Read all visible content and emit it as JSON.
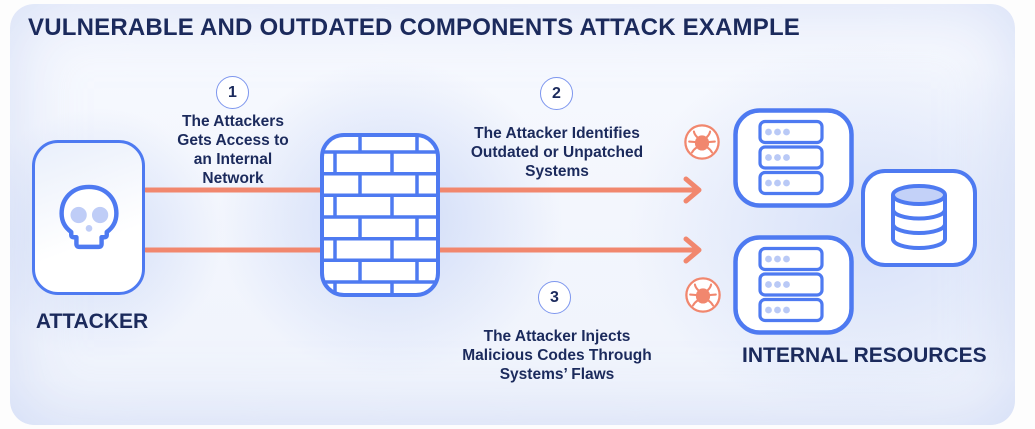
{
  "title": "VULNERABLE AND OUTDATED COMPONENTS ATTACK EXAMPLE",
  "attacker": {
    "label": "ATTACKER"
  },
  "internal_resources": {
    "label": "INTERNAL RESOURCES"
  },
  "steps": [
    {
      "number": "1",
      "lines": [
        "The Attackers",
        "Gets Access to",
        "an Internal",
        "Network"
      ]
    },
    {
      "number": "2",
      "lines": [
        "The Attacker Identifies",
        "Outdated or Unpatched",
        "Systems"
      ]
    },
    {
      "number": "3",
      "lines": [
        "The Attacker Injects",
        "Malicious Codes Through",
        "Systems’ Flaws"
      ]
    }
  ],
  "icons": {
    "attacker": "skull-icon",
    "barrier": "firewall-brick-icon",
    "resource_servers": "server-icon",
    "resource_database": "database-icon",
    "threat_marker": "bug-icon"
  },
  "colors": {
    "navy_text": "#1b2a5c",
    "blue_stroke": "#4e7af1",
    "light_blue_fill": "#bfcdf7",
    "coral_accent": "#f1876e",
    "circle_border": "#7d96ee",
    "card_background": "#f3f6fc"
  }
}
